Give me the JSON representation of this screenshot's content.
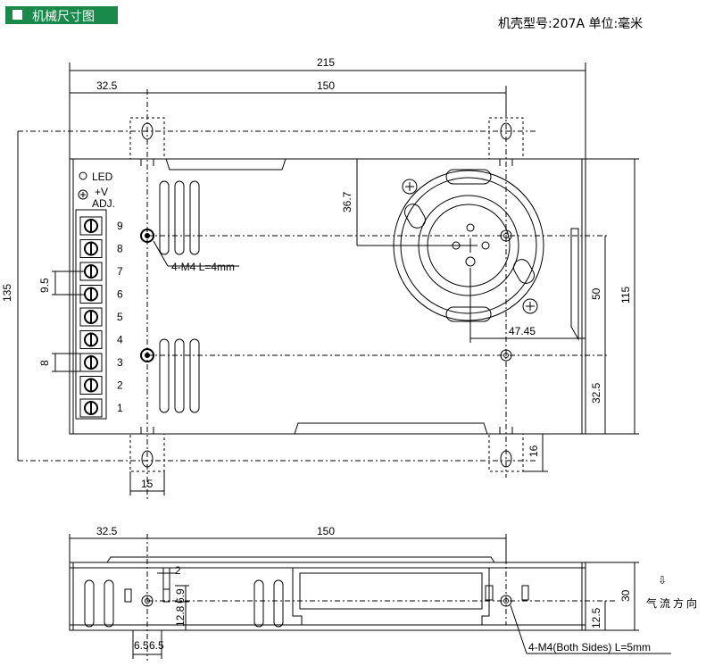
{
  "header": {
    "title": "机械尺寸图",
    "case_info": "机壳型号:207A 单位:毫米"
  },
  "top_view": {
    "dim_overall_width": "215",
    "dim_left_offset": "32.5",
    "dim_mount_span": "150",
    "dim_overall_height": "135",
    "dim_body_height": "115",
    "dim_fan_offset": "36.7",
    "dim_hole_vertical": "50",
    "dim_bottom_offset": "32.5",
    "dim_fan_horizontal": "47.45",
    "dim_tab_height": "16",
    "dim_tab_width": "15",
    "dim_pitch": "9.5",
    "dim_terminal_width": "8",
    "mount_note": "4-M4 L=4mm",
    "led_label": "LED",
    "v_adj_label": "+V",
    "adj_label": "ADJ.",
    "terminals": [
      "9",
      "8",
      "7",
      "6",
      "5",
      "4",
      "3",
      "2",
      "1"
    ]
  },
  "side_view": {
    "dim_left_offset": "32.5",
    "dim_span": "150",
    "dim_slot": "2",
    "dim_6_9": "6.9",
    "dim_12_8": "12.8",
    "dim_6_5_a": "6.5",
    "dim_6_5_b": "6.5",
    "dim_height": "30",
    "dim_hole_height": "12.5",
    "mount_note": "4-M4(Both Sides) L=5mm",
    "airflow_label": "气流方向",
    "airflow_arrow": "⇩"
  }
}
